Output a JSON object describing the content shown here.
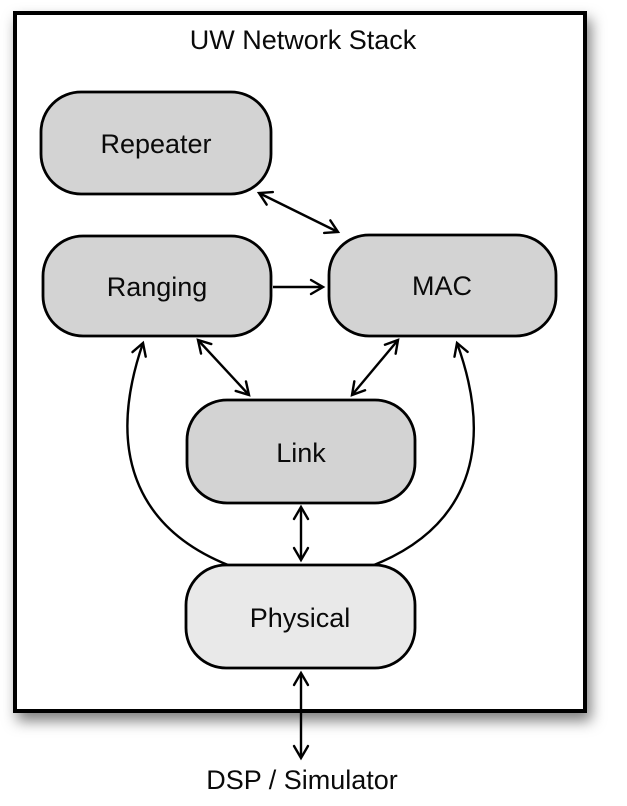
{
  "diagram": {
    "title": "UW Network Stack",
    "nodes": [
      {
        "id": "repeater",
        "label": "Repeater"
      },
      {
        "id": "ranging",
        "label": "Ranging"
      },
      {
        "id": "mac",
        "label": "MAC"
      },
      {
        "id": "link",
        "label": "Link"
      },
      {
        "id": "physical",
        "label": "Physical"
      }
    ],
    "external_label": "DSP / Simulator",
    "edges": [
      {
        "from": "repeater",
        "to": "mac",
        "direction": "bidirectional"
      },
      {
        "from": "ranging",
        "to": "mac",
        "direction": "unidirectional"
      },
      {
        "from": "ranging",
        "to": "link",
        "direction": "bidirectional"
      },
      {
        "from": "mac",
        "to": "link",
        "direction": "bidirectional"
      },
      {
        "from": "link",
        "to": "physical",
        "direction": "bidirectional"
      },
      {
        "from": "physical",
        "to": "ranging",
        "direction": "unidirectional"
      },
      {
        "from": "physical",
        "to": "mac",
        "direction": "unidirectional"
      },
      {
        "from": "physical",
        "to": "dsp-simulator",
        "direction": "bidirectional"
      }
    ],
    "colors": {
      "node_fill": "#d3d3d3",
      "physical_fill": "#e9e9e9",
      "stroke": "#000000",
      "background": "#ffffff"
    }
  }
}
